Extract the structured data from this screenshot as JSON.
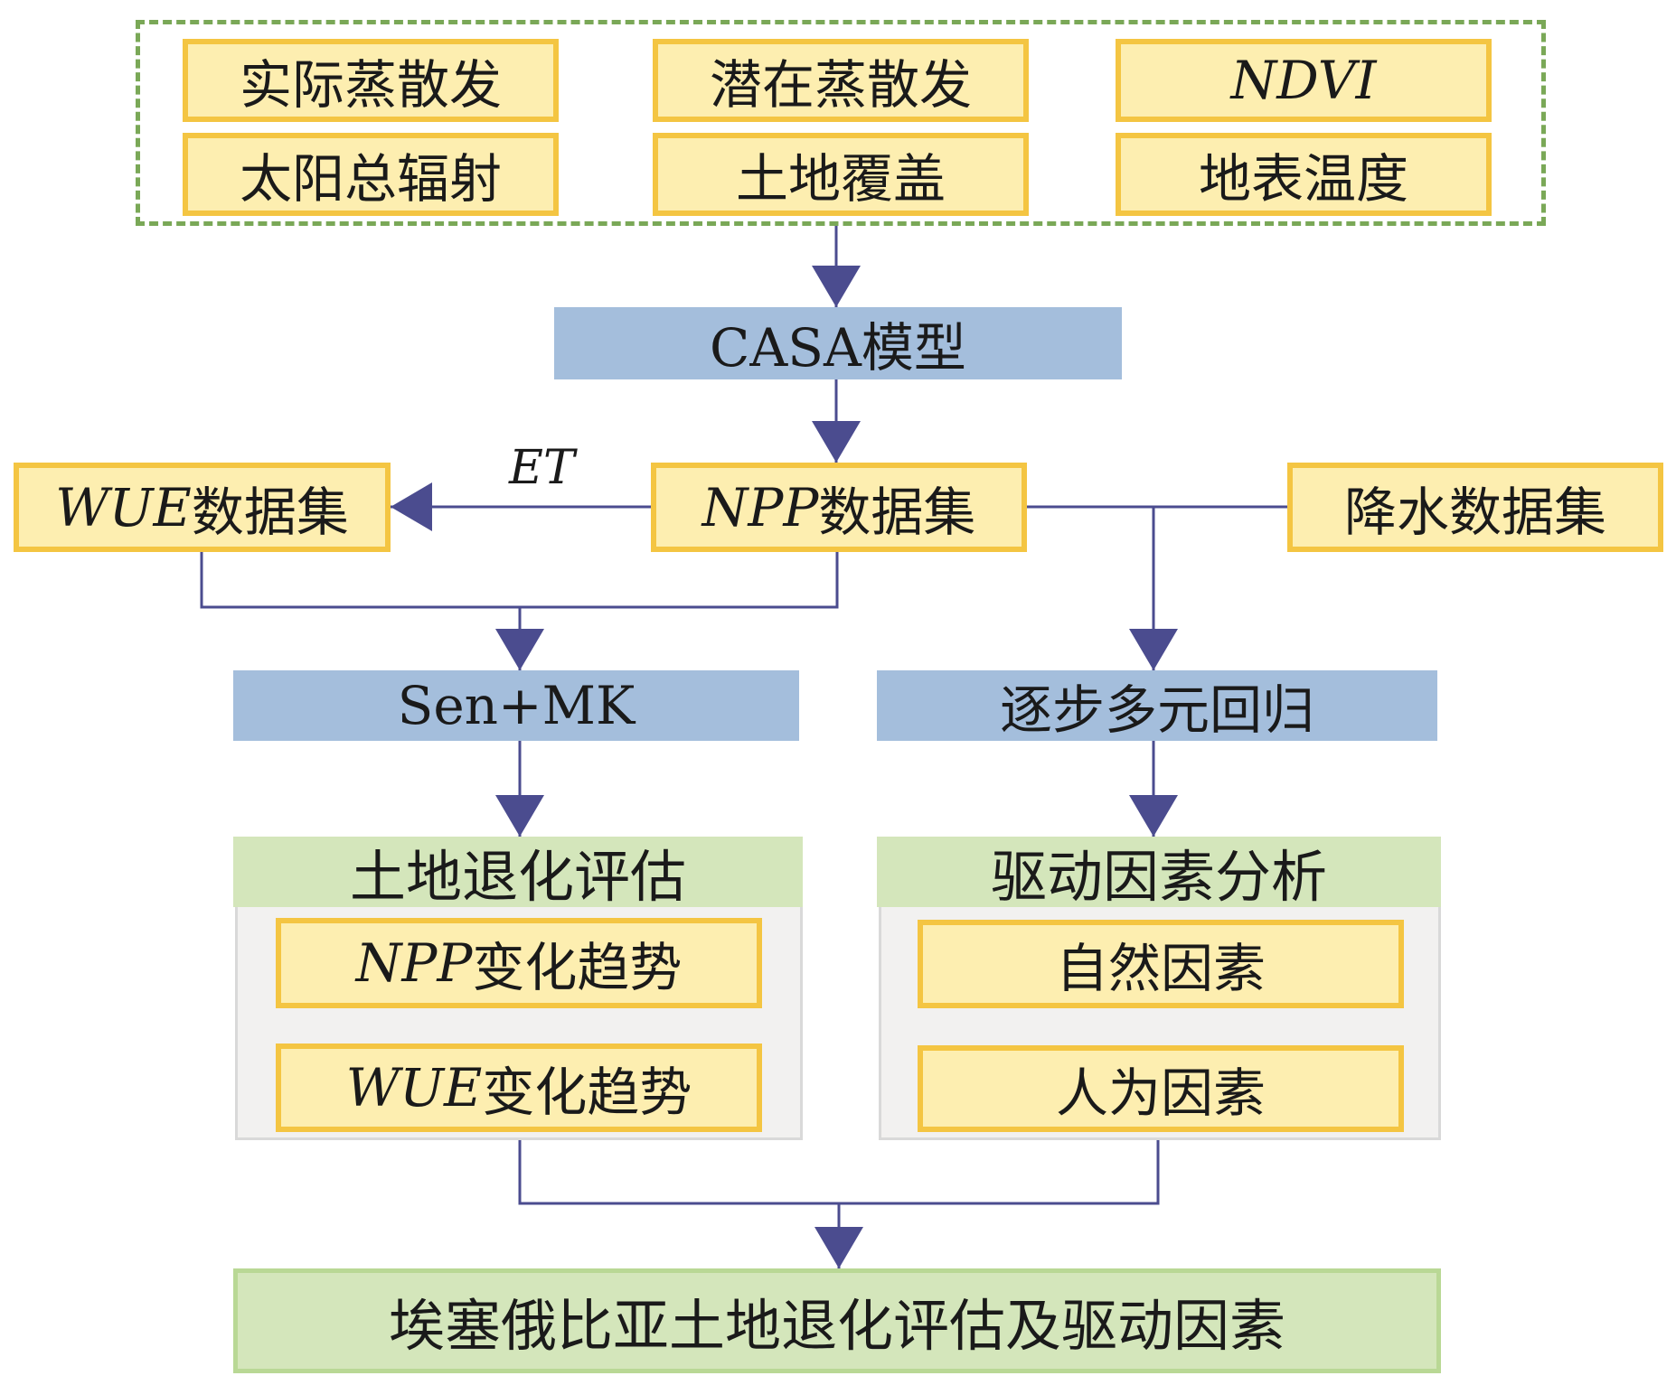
{
  "inputs": {
    "actual_et": "实际蒸散发",
    "potential_et": "潜在蒸散发",
    "ndvi": "NDVI",
    "solar_radiation": "太阳总辐射",
    "land_cover": "土地覆盖",
    "land_surface_temp": "地表温度"
  },
  "casa_model": "CASA模型",
  "datasets": {
    "wue_prefix": "WUE",
    "wue_suffix": "数据集",
    "npp_prefix": "NPP",
    "npp_suffix": "数据集",
    "precip": "降水数据集"
  },
  "et_label": "ET",
  "methods": {
    "sen_mk": "Sen+MK",
    "stepwise_regression": "逐步多元回归"
  },
  "degradation": {
    "title": "土地退化评估",
    "npp_trend_prefix": "NPP",
    "npp_trend_suffix": "变化趋势",
    "wue_trend_prefix": "WUE",
    "wue_trend_suffix": "变化趋势"
  },
  "drivers": {
    "title": "驱动因素分析",
    "natural": "自然因素",
    "human": "人为因素"
  },
  "final": "埃塞俄比亚土地退化评估及驱动因素",
  "colors": {
    "yellow_fill": "#fdeeb0",
    "yellow_border": "#f4c542",
    "blue_fill": "#a4bedc",
    "green_fill": "#d4e6bb",
    "dashed_border": "#7aa857",
    "arrow": "#4b4c8f"
  }
}
